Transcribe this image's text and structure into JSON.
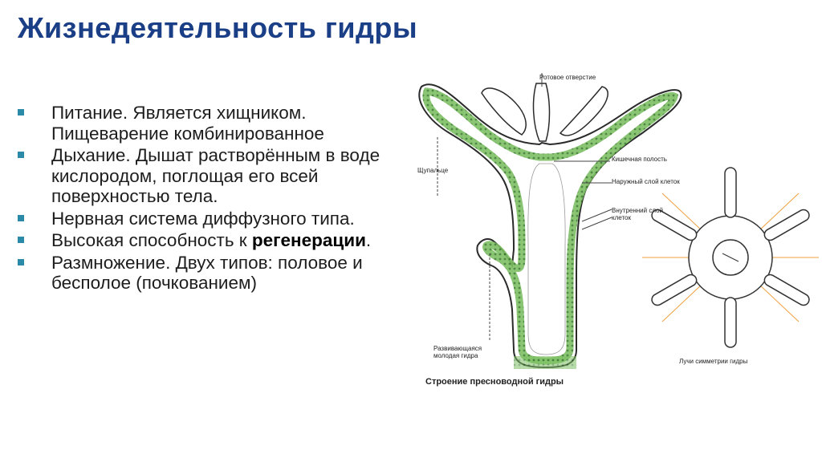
{
  "title": "Жизнедеятельность гидры",
  "bullets": [
    {
      "text": "Питание. Является хищником. Пищеварение комбинированное"
    },
    {
      "text": "Дыхание. Дышат растворённым в воде кислородом, поглощая его всей поверхностью тела."
    },
    {
      "text": "Нервная система диффузного типа."
    },
    {
      "prefix": "Высокая способность к ",
      "bold": "регенерации",
      "suffix": "."
    },
    {
      "text": "Размножение. Двух типов: половое и бесполое (почкованием)"
    }
  ],
  "figure": {
    "caption": "Строение пресноводной гидры",
    "labels": {
      "tentacles": "Ротовое отверстие",
      "cavity": "Кишечная полость",
      "stalk": "Щупальце",
      "outer_layer": "Наружный слой клеток",
      "inner_layer": "Внутренний слой клеток",
      "bud": "Развивающаяся молодая гидра",
      "symmetry": "Лучи симметрии гидры"
    }
  },
  "colors": {
    "title": "#1b3f86",
    "bullet_marker": "#2a8aa8",
    "cell_green": "#5faa4a",
    "symmetry_axis": "#f0a040"
  }
}
